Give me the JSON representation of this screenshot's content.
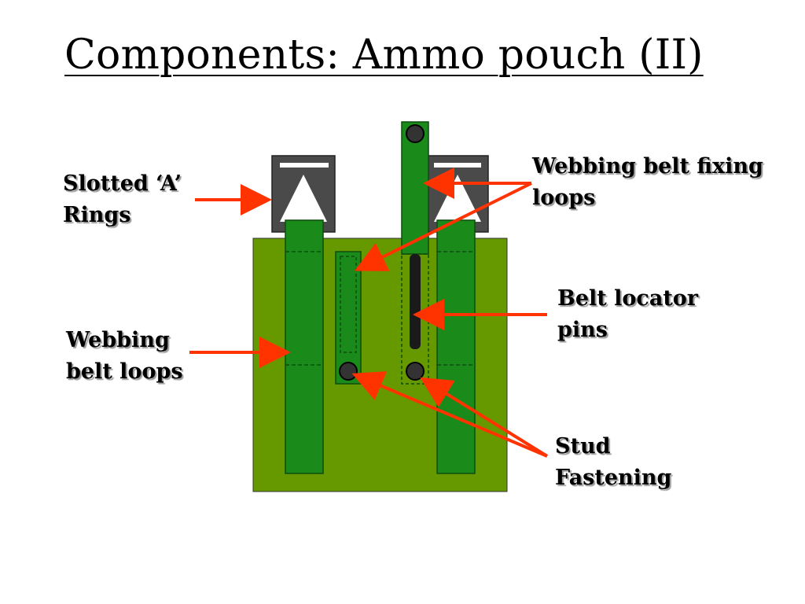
{
  "title": "Components: Ammo pouch (II)",
  "labels": {
    "slotted_rings": [
      "Slotted ‘A’",
      "Rings"
    ],
    "webbing_belt_loops": [
      "Webbing",
      "belt loops"
    ],
    "fixing_loops": [
      "Webbing belt fixing",
      "loops"
    ],
    "locator_pins": [
      "Belt locator",
      "pins"
    ],
    "stud_fastening": [
      "Stud",
      "Fastening"
    ]
  },
  "colors": {
    "pouch": "#669900",
    "webbing": "#1a8a1a",
    "ring": "#4a4a4a",
    "arrow": "#ff3300",
    "stud": "#333333",
    "pin": "#1a1a1a"
  }
}
